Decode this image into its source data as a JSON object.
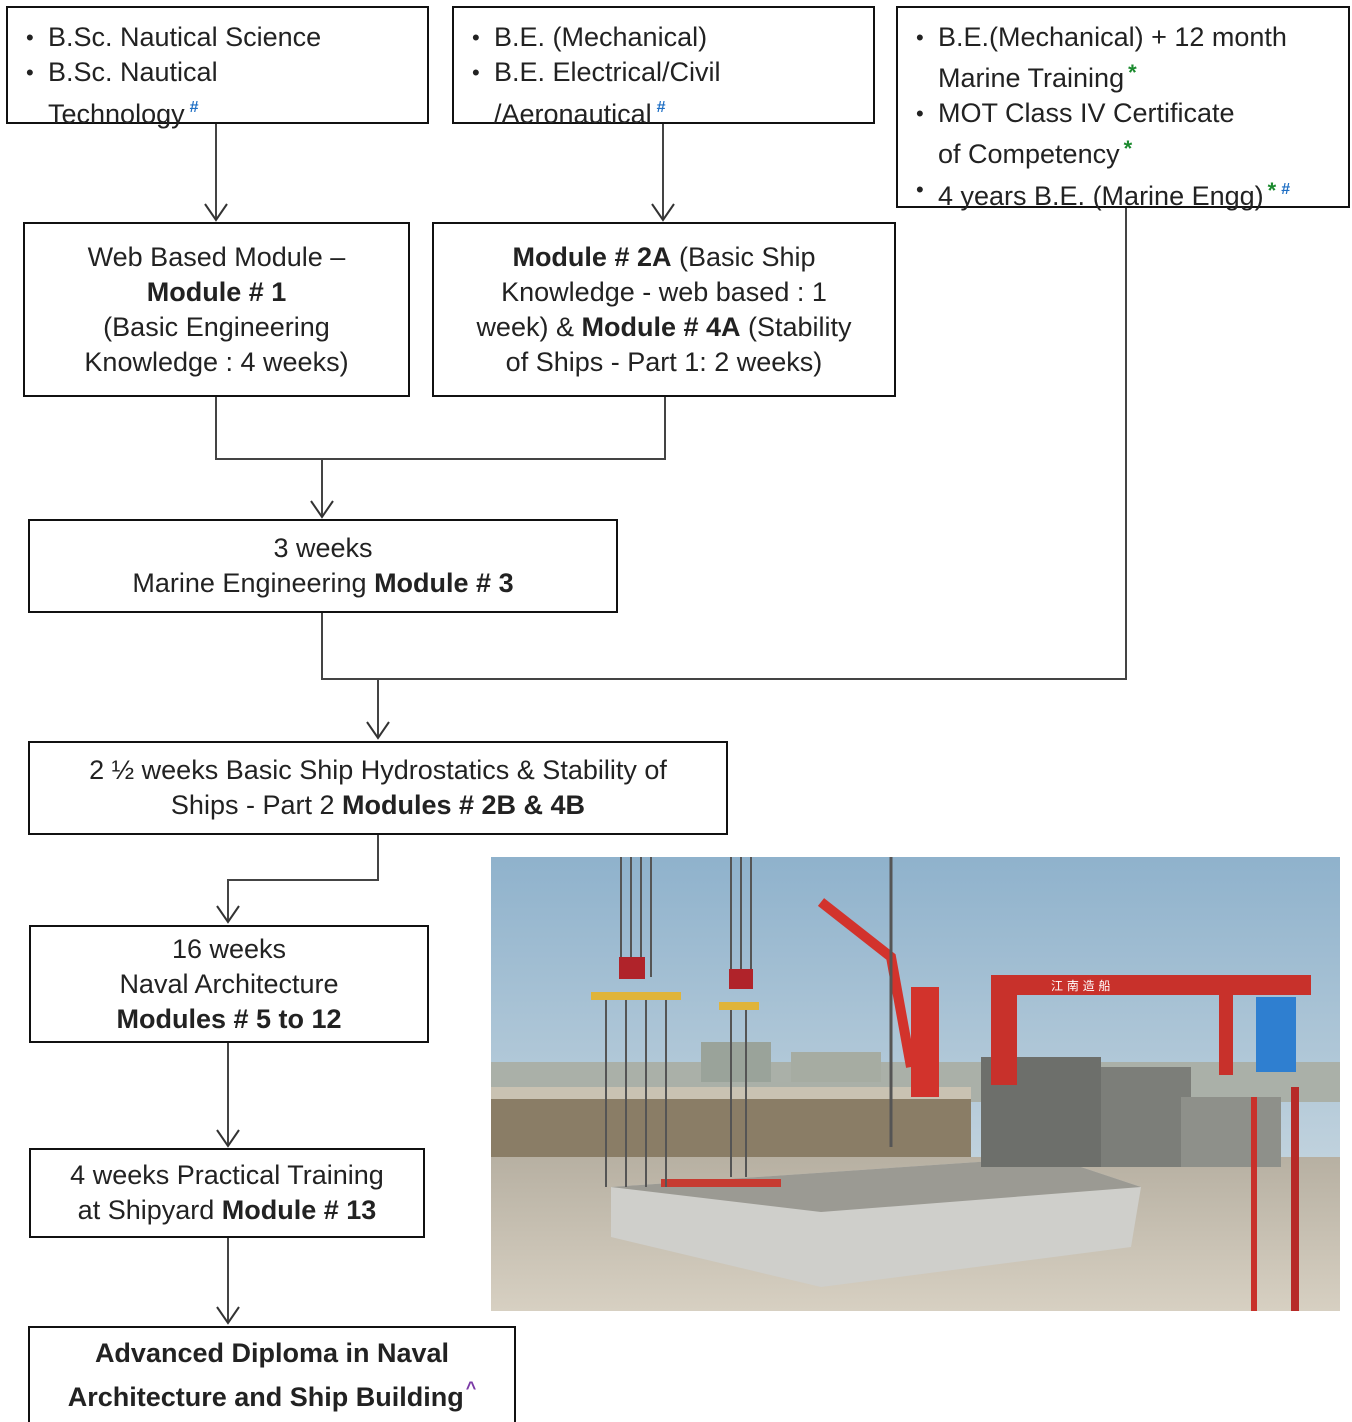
{
  "entry": {
    "box1": {
      "item1": "B.Sc. Nautical Science",
      "item2_line1": "B.Sc. Nautical",
      "item2_line2": "Technology",
      "item2_mark": "#"
    },
    "box2": {
      "item1": "B.E. (Mechanical)",
      "item2_line1": "B.E. Electrical/Civil",
      "item2_line2": "/Aeronautical",
      "item2_mark": "#"
    },
    "box3": {
      "item1_line1": "B.E.(Mechanical) + 12 month",
      "item1_line2": "Marine Training",
      "item1_mark": "*",
      "item2_line1": "MOT Class IV Certificate",
      "item2_line2": "of Competency",
      "item2_mark": "*",
      "item3": "4 years B.E. (Marine Engg)",
      "item3_mark1": "*",
      "item3_mark2": "#"
    }
  },
  "module1": {
    "line1": "Web Based Module –",
    "line2": "Module # 1",
    "line3": "(Basic Engineering",
    "line4": "Knowledge : 4 weeks)"
  },
  "module2a": {
    "bold1": "Module # 2A",
    "text1": " (Basic Ship",
    "line2": "Knowledge - web based : 1",
    "text3": "week) & ",
    "bold3": "Module # 4A",
    "text3b": " (Stability",
    "line4": "of Ships - Part 1: 2 weeks)"
  },
  "module3": {
    "line1": "3 weeks",
    "text2": "Marine Engineering ",
    "bold2": "Module # 3"
  },
  "module2b": {
    "line1": "2 ½ weeks Basic Ship Hydrostatics & Stability of",
    "text2": "Ships - Part 2  ",
    "bold2": "Modules # 2B & 4B"
  },
  "naval": {
    "line1": "16 weeks",
    "line2": "Naval Architecture",
    "line3": "Modules # 5 to 12"
  },
  "practical": {
    "line1": "4 weeks Practical Training",
    "text2": "at Shipyard ",
    "bold2": "Module # 13"
  },
  "diploma": {
    "line1": "Advanced Diploma in Naval",
    "line2": "Architecture and Ship Building",
    "mark": "^"
  },
  "photo": {
    "sign_text": "江 南 造 船"
  },
  "colors": {
    "hash_mark": "#1f6fc4",
    "star_mark": "#1b8a2e",
    "caret_mark": "#7a3aa6"
  }
}
